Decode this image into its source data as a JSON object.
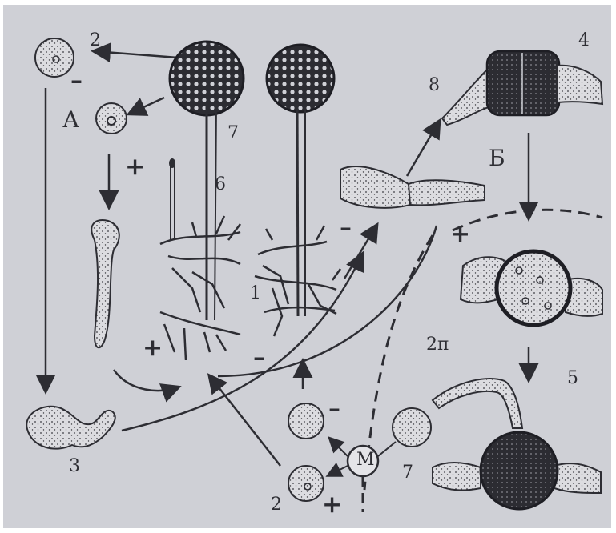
{
  "labels": {
    "spore_minus_top": "2",
    "spore_group": "А",
    "sporangium": "7",
    "sporangiophore": "6",
    "mycelium": "1",
    "germinating_spore": "3",
    "zygospore_stage": "4",
    "progametangium": "8",
    "zygote_stage": "Б",
    "meiosis_stage": "2п",
    "germ_sporangium": "7",
    "germinated_zygospore": "5",
    "meiosis_mark": "М",
    "spores_bottom": "2"
  },
  "signs": {
    "minus_top_spore": "–",
    "plus_top_spore": "+",
    "plus_left_mycelium": "+",
    "minus_right_mycelium": "–",
    "minus_gametangia": "–",
    "plus_gametangia": "+",
    "minus_bottom_spore": "–",
    "plus_bottom_spore": "+"
  },
  "colors": {
    "background": "#cfd0d6",
    "ink": "#2d2d33",
    "cell_fill": "#dcdce0"
  }
}
